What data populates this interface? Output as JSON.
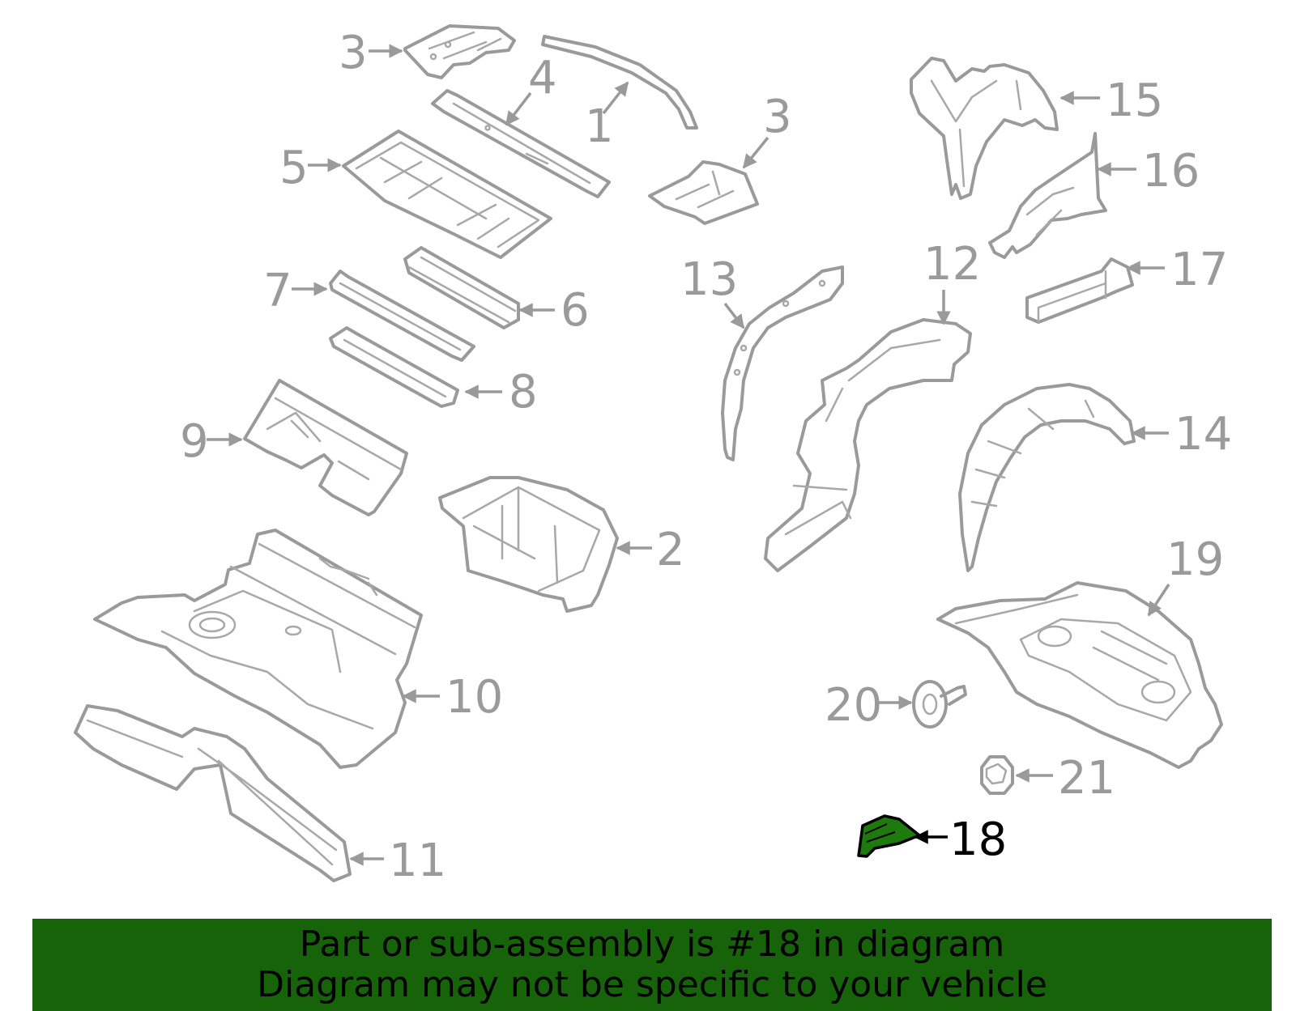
{
  "callouts": {
    "c1": "1",
    "c2": "2",
    "c3a": "3",
    "c3b": "3",
    "c4": "4",
    "c5": "5",
    "c6": "6",
    "c7": "7",
    "c8": "8",
    "c9": "9",
    "c10": "10",
    "c11": "11",
    "c12": "12",
    "c13": "13",
    "c14": "14",
    "c15": "15",
    "c16": "16",
    "c17": "17",
    "c18": "18",
    "c19": "19",
    "c20": "20",
    "c21": "21"
  },
  "highlighted_part": "18",
  "colors": {
    "highlight": "#1e7a0c",
    "banner": "#16630a",
    "line_art": "#9a9a9a"
  },
  "banner": {
    "line1": "Part or sub-assembly is #18 in diagram",
    "line2": "Diagram may not be specific to your vehicle"
  }
}
